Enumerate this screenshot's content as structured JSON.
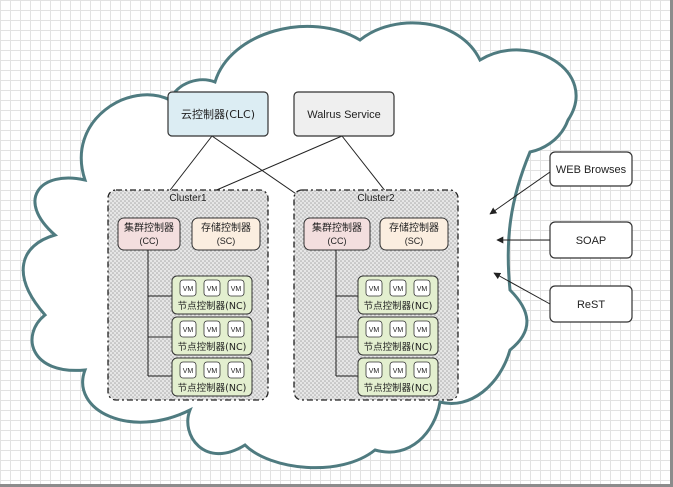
{
  "nodes": {
    "clc": "云控制器(CLC)",
    "walrus": "Walrus Service",
    "web_browses": "WEB Browses",
    "soap": "SOAP",
    "rest": "ReST"
  },
  "clusters": [
    {
      "name": "Cluster1",
      "cc_line1": "集群控制器",
      "cc_line2": "(CC)",
      "sc_line1": "存储控制器",
      "sc_line2": "(SC)",
      "nodes": [
        {
          "vms": [
            "VM",
            "VM",
            "VM"
          ],
          "label": "节点控制器(NC)"
        },
        {
          "vms": [
            "VM",
            "VM",
            "VM"
          ],
          "label": "节点控制器(NC)"
        },
        {
          "vms": [
            "VM",
            "VM",
            "VM"
          ],
          "label": "节点控制器(NC)"
        }
      ]
    },
    {
      "name": "Cluster2",
      "cc_line1": "集群控制器",
      "cc_line2": "(CC)",
      "sc_line1": "存储控制器",
      "sc_line2": "(SC)",
      "nodes": [
        {
          "vms": [
            "VM",
            "VM",
            "VM"
          ],
          "label": "节点控制器(NC)"
        },
        {
          "vms": [
            "VM",
            "VM",
            "VM"
          ],
          "label": "节点控制器(NC)"
        },
        {
          "vms": [
            "VM",
            "VM",
            "VM"
          ],
          "label": "节点控制器(NC)"
        }
      ]
    }
  ],
  "colors": {
    "cloud_stroke": "#4f7b80",
    "clc_fill": "#dcedf3",
    "walrus_fill": "#efefef",
    "cc_fill": "#f3dede",
    "sc_fill": "#fbeee0",
    "nc_fill": "#e3efcf",
    "cluster_fill": "#d8d8d8"
  }
}
